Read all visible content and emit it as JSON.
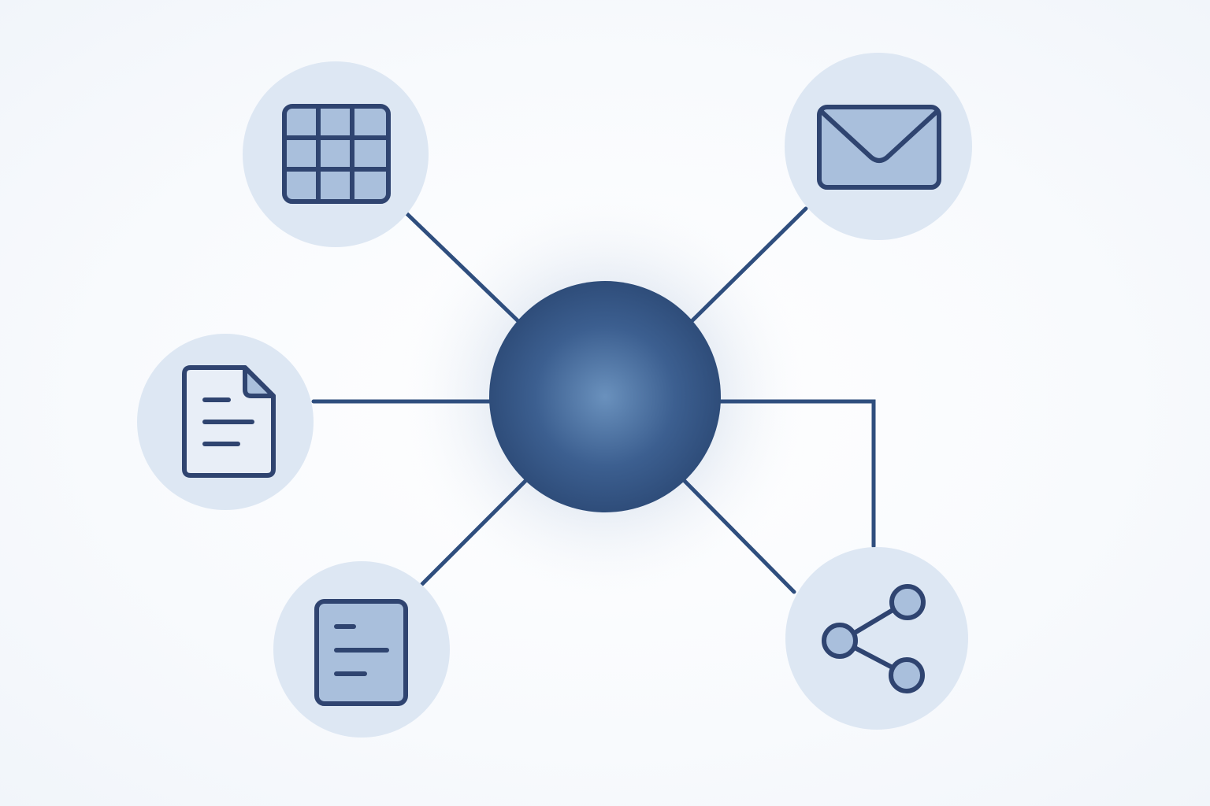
{
  "diagram": {
    "hub": {
      "name": "central-hub"
    },
    "nodes": [
      {
        "id": "spreadsheet",
        "icon": "spreadsheet-grid-icon"
      },
      {
        "id": "email",
        "icon": "envelope-icon"
      },
      {
        "id": "document",
        "icon": "document-page-icon"
      },
      {
        "id": "notes",
        "icon": "text-document-icon"
      },
      {
        "id": "share",
        "icon": "share-network-icon"
      }
    ],
    "colors": {
      "line": "#2f4e7e",
      "hub_dark": "#2d4a77",
      "hub_light": "#5e86b4",
      "node_bg": "#dde7f3",
      "icon_stroke": "#2f4470",
      "icon_fill": "#a9bfdc",
      "icon_paper": "#e8eef7"
    }
  }
}
